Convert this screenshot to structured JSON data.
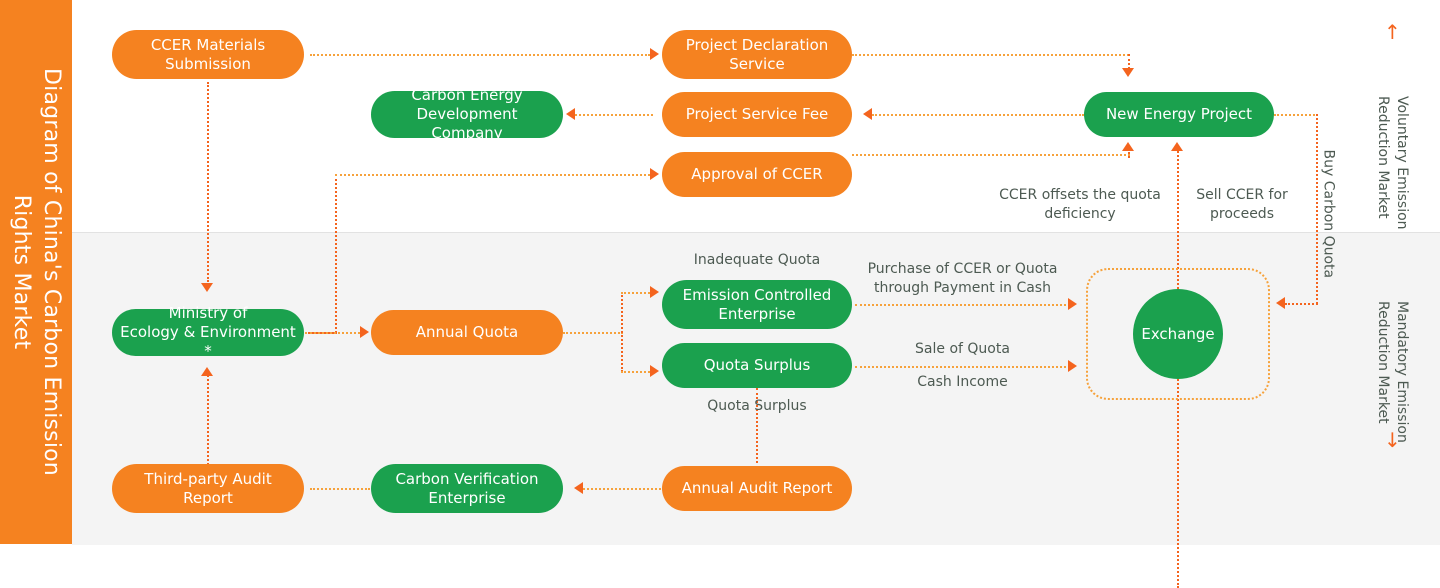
{
  "title": {
    "line1": "Diagram of China's Carbon Emission",
    "line2": "Rights Market"
  },
  "markets": {
    "voluntary": {
      "line1": "Voluntary Emission",
      "line2": "Reduction Market",
      "arrow": "↑",
      "arrow_name": "up-arrow-icon"
    },
    "mandatory": {
      "line1": "Mandatory Emission",
      "line2": "Reduction Market",
      "arrow": "↓",
      "arrow_name": "down-arrow-icon"
    }
  },
  "nodes": {
    "ccer_materials_submission": {
      "label": "CCER Materials\nSubmission",
      "line1": "CCER Materials",
      "line2": "Submission",
      "color": "#f58220"
    },
    "project_declaration_service": {
      "line1": "Project Declaration",
      "line2": "Service",
      "color": "#f58220"
    },
    "carbon_energy_development_company": {
      "line1": "Carbon Energy",
      "line2": "Development Company",
      "color": "#1ba14e"
    },
    "project_service_fee": {
      "line1": "Project Service Fee",
      "line2": "",
      "color": "#f58220"
    },
    "approval_of_ccer": {
      "line1": "Approval of CCER",
      "line2": "",
      "color": "#f58220"
    },
    "new_energy_project": {
      "line1": "New Energy Project",
      "line2": "",
      "color": "#1ba14e"
    },
    "ministry_of_ecology": {
      "line1": "Ministry of",
      "line2": "Ecology & Environment *",
      "color": "#1ba14e"
    },
    "annual_quota": {
      "line1": "Annual Quota",
      "line2": "",
      "color": "#f58220"
    },
    "emission_controlled_enterprise": {
      "line1": "Emission Controlled",
      "line2": "Enterprise",
      "color": "#1ba14e"
    },
    "quota_surplus": {
      "line1": "Quota Surplus",
      "line2": "",
      "color": "#1ba14e"
    },
    "exchange": {
      "line1": "Exchange",
      "line2": "",
      "color": "#1ba14e"
    },
    "third_party_audit_report": {
      "line1": "Third-party Audit",
      "line2": "Report",
      "color": "#f58220"
    },
    "carbon_verification_enterprise": {
      "line1": "Carbon Verification",
      "line2": "Enterprise",
      "color": "#1ba14e"
    },
    "annual_audit_report": {
      "line1": "Annual Audit Report",
      "line2": "",
      "color": "#f58220"
    }
  },
  "captions": {
    "ccer_offsets": {
      "line1": "CCER offsets the quota",
      "line2": "deficiency"
    },
    "sell_ccer": {
      "line1": "Sell CCER for",
      "line2": "proceeds"
    },
    "buy_carbon_quota": {
      "text": "Buy Carbon Quota"
    },
    "inadequate_quota": {
      "text": "Inadequate Quota"
    },
    "quota_surplus_below": {
      "text": "Quota Surplus"
    },
    "purchase_ccer": {
      "line1": "Purchase of CCER or Quota",
      "line2": "through Payment in Cash"
    },
    "sale_of_quota": {
      "text": "Sale of Quota"
    },
    "cash_income": {
      "text": "Cash Income"
    }
  },
  "colors": {
    "orange": "#f58220",
    "green": "#1ba14e",
    "arrow": "#f4641e",
    "amber": "#f6a23c",
    "band_top": "#ffffff",
    "band_bottom": "#f4f4f4",
    "caption_text": "#4d5a52"
  }
}
